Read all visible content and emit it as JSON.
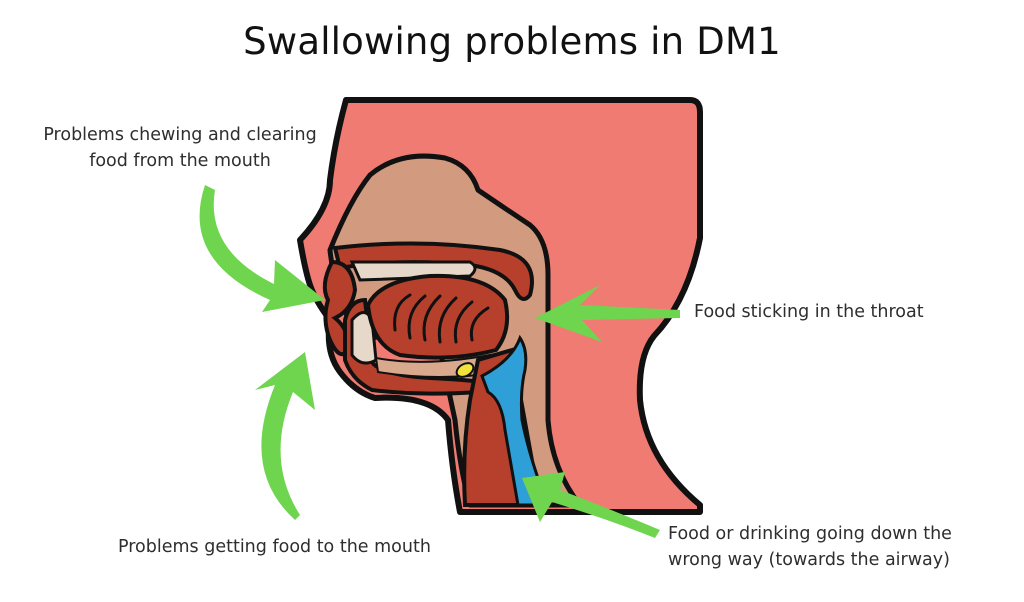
{
  "title": "Swallowing problems in DM1",
  "labels": {
    "chewing": "Problems chewing and clearing food from the mouth",
    "throat": "Food sticking in the throat",
    "airway": "Food or drinking going down the wrong way (towards the airway)",
    "getting": "Problems getting food to the mouth"
  },
  "colors": {
    "head_skin": "#ef7b72",
    "inner_tissue": "#d29a7e",
    "muscle": "#b6402c",
    "airway": "#2f9fd8",
    "arrow": "#6fd54e",
    "teeth": "#e6d9c9",
    "epiglottis_dot": "#f3e23a",
    "outline": "#111111"
  },
  "arrows": [
    {
      "name": "arrow-chewing",
      "points_to": "mouth",
      "from": "upper-left"
    },
    {
      "name": "arrow-getting-food",
      "points_to": "mouth",
      "from": "lower-left"
    },
    {
      "name": "arrow-throat",
      "points_to": "pharynx",
      "from": "right"
    },
    {
      "name": "arrow-airway",
      "points_to": "larynx",
      "from": "lower-right"
    }
  ]
}
